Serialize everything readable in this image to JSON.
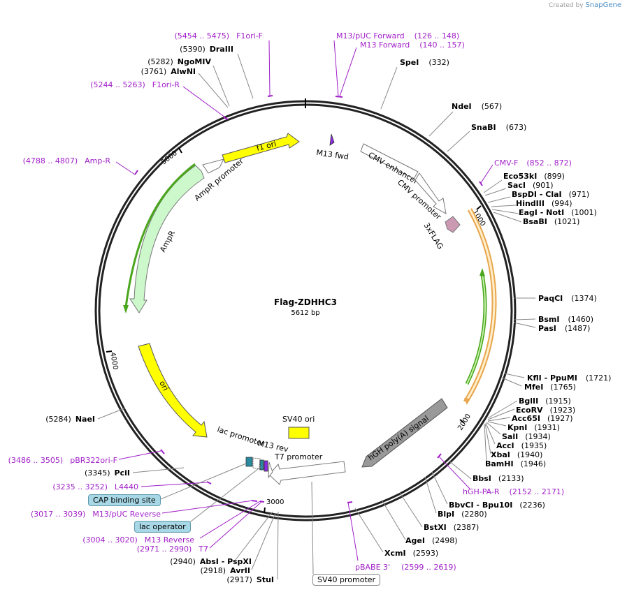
{
  "credit": {
    "prefix": "Created by",
    "brand": "SnapGene"
  },
  "plasmid": {
    "name": "Flag-ZDHHC3",
    "size": "5612 bp"
  },
  "ticks": [
    "1000",
    "2000",
    "3000",
    "4000",
    "5000"
  ],
  "enzymes": [
    {
      "name": "SpeI",
      "pos": "(332)"
    },
    {
      "name": "NdeI",
      "pos": "(567)"
    },
    {
      "name": "SnaBI",
      "pos": "(673)"
    },
    {
      "name": "Eco53kI",
      "pos": "(899)"
    },
    {
      "name": "SacI",
      "pos": "(901)"
    },
    {
      "name": "BspDI - ClaI",
      "pos": "(971)"
    },
    {
      "name": "HindIII",
      "pos": "(994)"
    },
    {
      "name": "EagI - NotI",
      "pos": "(1001)"
    },
    {
      "name": "BsaBI",
      "pos": "(1021)"
    },
    {
      "name": "PaqCI",
      "pos": "(1374)"
    },
    {
      "name": "BsmI",
      "pos": "(1460)"
    },
    {
      "name": "PasI",
      "pos": "(1487)"
    },
    {
      "name": "KflI - PpuMI",
      "pos": "(1721)"
    },
    {
      "name": "MfeI",
      "pos": "(1765)"
    },
    {
      "name": "BglII",
      "pos": "(1915)"
    },
    {
      "name": "EcoRV",
      "pos": "(1923)"
    },
    {
      "name": "Acc65I",
      "pos": "(1927)"
    },
    {
      "name": "KpnI",
      "pos": "(1931)"
    },
    {
      "name": "SalI",
      "pos": "(1934)"
    },
    {
      "name": "AccI",
      "pos": "(1935)"
    },
    {
      "name": "XbaI",
      "pos": "(1940)"
    },
    {
      "name": "BamHI",
      "pos": "(1946)"
    },
    {
      "name": "BbsI",
      "pos": "(2133)"
    },
    {
      "name": "BbvCI - Bpu10I",
      "pos": "(2236)"
    },
    {
      "name": "BlpI",
      "pos": "(2280)"
    },
    {
      "name": "BstXI",
      "pos": "(2387)"
    },
    {
      "name": "AgeI",
      "pos": "(2498)"
    },
    {
      "name": "XcmI",
      "pos": "(2593)"
    },
    {
      "name": "StuI",
      "pos": "(2917)"
    },
    {
      "name": "AvrII",
      "pos": "(2918)"
    },
    {
      "name": "AbsI - PspXI",
      "pos": "(2940)"
    },
    {
      "name": "PciI",
      "pos": "(3345)"
    },
    {
      "name": "AlwNI",
      "pos": "(3761)"
    },
    {
      "name": "NgoMIV",
      "pos": "(5282)"
    },
    {
      "name": "NaeI",
      "pos": "(5284)"
    },
    {
      "name": "DraIII",
      "pos": "(5390)"
    }
  ],
  "primers": [
    {
      "range": "(5454 .. 5475)",
      "name": "F1ori-F"
    },
    {
      "range": "(126 .. 148)",
      "name": "M13/pUC Forward"
    },
    {
      "range": "(140 .. 157)",
      "name": "M13 Forward"
    },
    {
      "range": "(5244 .. 5263)",
      "name": "F1ori-R"
    },
    {
      "range": "(4788 .. 4807)",
      "name": "Amp-R"
    },
    {
      "range": "(852 .. 872)",
      "name": "CMV-F"
    },
    {
      "range": "(3486 .. 3505)",
      "name": "pBR322ori-F"
    },
    {
      "range": "(3235 .. 3252)",
      "name": "L4440"
    },
    {
      "range": "(3017 .. 3039)",
      "name": "M13/pUC Reverse"
    },
    {
      "range": "(3004 .. 3020)",
      "name": "M13 Reverse"
    },
    {
      "range": "(2971 .. 2990)",
      "name": "T7"
    },
    {
      "range": "(2152 .. 2171)",
      "name": "hGH-PA-R"
    },
    {
      "range": "(2599 .. 2619)",
      "name": "pBABE 3'"
    }
  ],
  "features": {
    "f1_ori": "f1 ori",
    "m13_fwd": "M13 fwd",
    "cmv_enhancer": "CMV enhancer",
    "cmv_promoter": "CMV promoter",
    "flag": "3xFLAG",
    "ampr_promoter": "AmpR promoter",
    "ampr": "AmpR",
    "ori": "ori",
    "sv40_ori": "SV40 ori",
    "lac_promoter": "lac promoter",
    "m13_rev": "M13 rev",
    "t7_promoter": "T7 promoter",
    "hgh": "hGH poly(A) signal"
  },
  "boxed": {
    "cap": "CAP binding site",
    "lac_operator": "lac operator",
    "sv40_promoter": "SV40 promoter"
  },
  "colors": {
    "f1_ori": "#ffff00",
    "ori": "#ffff00",
    "sv40_ori": "#ffff00",
    "ampr": "#ccf8cc",
    "cmv": "#ffffff",
    "flag": "#cc99b2",
    "hgh": "#999999",
    "orf_green": "#4aa61c",
    "orf_orange": "#e8a54b",
    "primer": "#a01ec8"
  }
}
